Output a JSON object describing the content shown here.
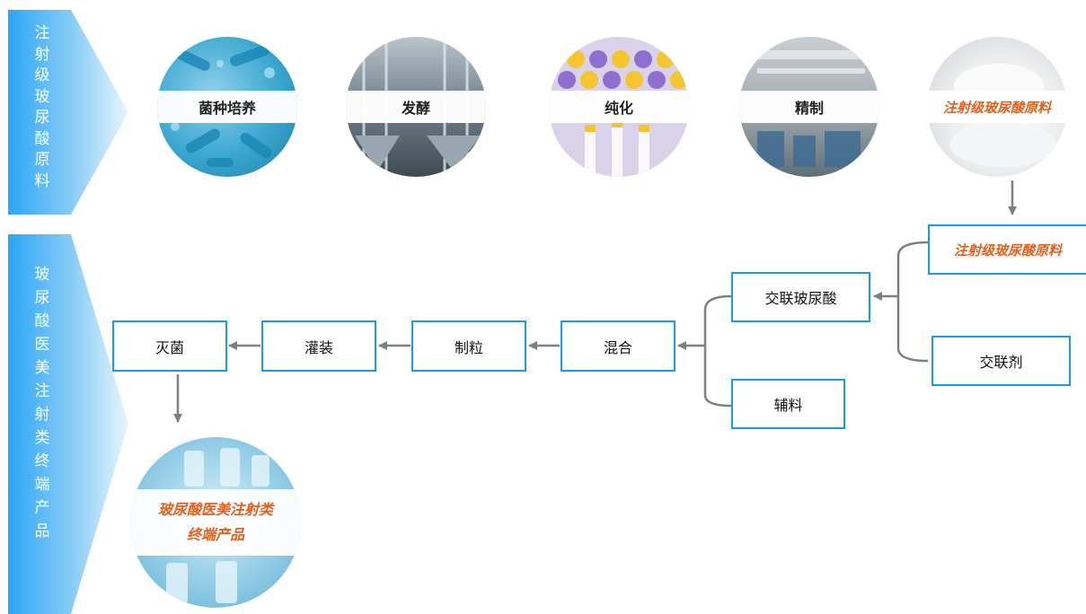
{
  "sidebar": {
    "top_label": "注射级玻尿酸原料",
    "bottom_label": "玻尿酸医美注射类终端产品"
  },
  "raw_material_steps": [
    {
      "label": "菌种培养",
      "icon": "bacteria-image"
    },
    {
      "label": "发酵",
      "icon": "fermentation-tank-image"
    },
    {
      "label": "纯化",
      "icon": "test-tube-image"
    },
    {
      "label": "精制",
      "icon": "production-line-image"
    },
    {
      "label": "注射级玻尿酸原料",
      "icon": "white-powder-image"
    }
  ],
  "product_flow": {
    "raw_material": "注射级玻尿酸原料",
    "crosslinked_ha": "交联玻尿酸",
    "crosslinker": "交联剂",
    "excipient": "辅料",
    "mixing": "混合",
    "granulation": "制粒",
    "filling": "灌装",
    "sterilization": "灭菌"
  },
  "final_product": {
    "line1": "玻尿酸医美注射类",
    "line2": "终端产品"
  },
  "colors": {
    "accent_blue": "#1a9ae8",
    "highlight_orange": "#e5601d",
    "arrow_gray": "#7f7f7f"
  }
}
